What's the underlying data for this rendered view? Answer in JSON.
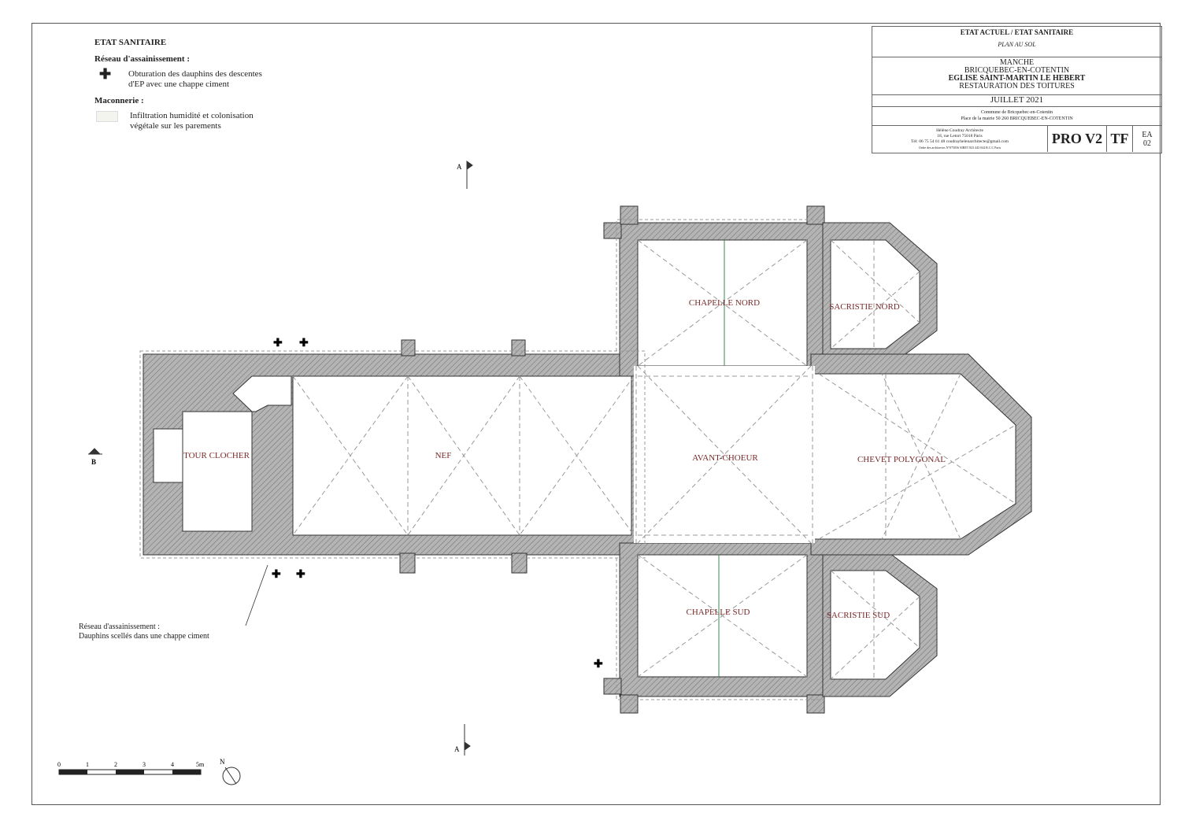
{
  "legend": {
    "title": "ETAT SANITAIRE",
    "section1": "Réseau d'assainissement :",
    "item1_line1": "Obturation des dauphins des descentes",
    "item1_line2": "d'EP avec une chappe ciment",
    "section2": "Maconnerie :",
    "item2_line1": "Infiltration humidité et colonisation",
    "item2_line2": "végétale sur les parements"
  },
  "title_block": {
    "title": "ETAT ACTUEL / ETAT SANITAIRE",
    "subtitle": "PLAN AU SOL",
    "dept": "MANCHE",
    "town": "BRICQUEBEC-EN-COTENTIN",
    "building": "EGLISE SAINT-MARTIN LE HEBERT",
    "project": "RESTAURATION DES TOITURES",
    "date": "JUILLET 2021",
    "client1": "Commune de Bricquebec-en-Cotentin",
    "client2": "Place de la mairie 50 260 BRICQUEBEC-EN-COTENTIN",
    "arch1": "Hélène Coudray Architecte",
    "arch2": "18, rue Letort 75018 Paris",
    "arch3": "Tél: 06 75 54 61 48 coudrayhelenarchitecte@gmail.com",
    "arch4": "Ordre des architectes N°075056 SIRET 823 443 044 R.C.C Paris",
    "phase": "PRO V2",
    "lot": "TF",
    "sheet1": "EA",
    "sheet2": "02"
  },
  "rooms": {
    "tour": "TOUR CLOCHER",
    "nef": "NEF",
    "avant": "AVANT-CHOEUR",
    "chevet": "CHEVET POLYGONAL",
    "chap_nord": "CHAPELLE NORD",
    "sac_nord": "SACRISTIE NORD",
    "chap_sud": "CHAPELLE SUD",
    "sac_sud": "SACRISTIE SUD"
  },
  "section_markers": {
    "a": "A",
    "b": "B"
  },
  "note": {
    "line1": "Réseau d'assainissement :",
    "line2": "Dauphins scellés dans une chappe ciment"
  },
  "scale": {
    "t0": "0",
    "t1": "1",
    "t2": "2",
    "t3": "3",
    "t4": "4",
    "t5": "5m"
  },
  "north": "N",
  "colors": {
    "label": "#7a2a2a",
    "wall": "#9a9a9a"
  }
}
